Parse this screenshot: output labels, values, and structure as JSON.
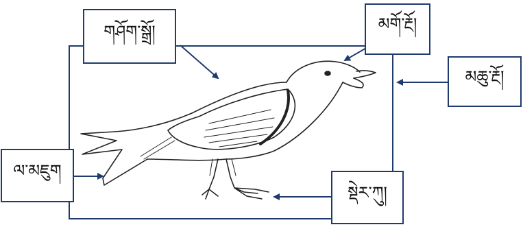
{
  "labels": {
    "wing": "གཤོག་སྒྲོ།",
    "beak": "མགོ་རྔོ།",
    "mouth": "མཆུ་རྔོ།",
    "tail": "ལ་མཇུག",
    "claw": "སྡེར་ཀུ།"
  },
  "colors": {
    "border": "#1f3b6e",
    "arrow": "#1f3b6e",
    "drawing": "#222222"
  }
}
